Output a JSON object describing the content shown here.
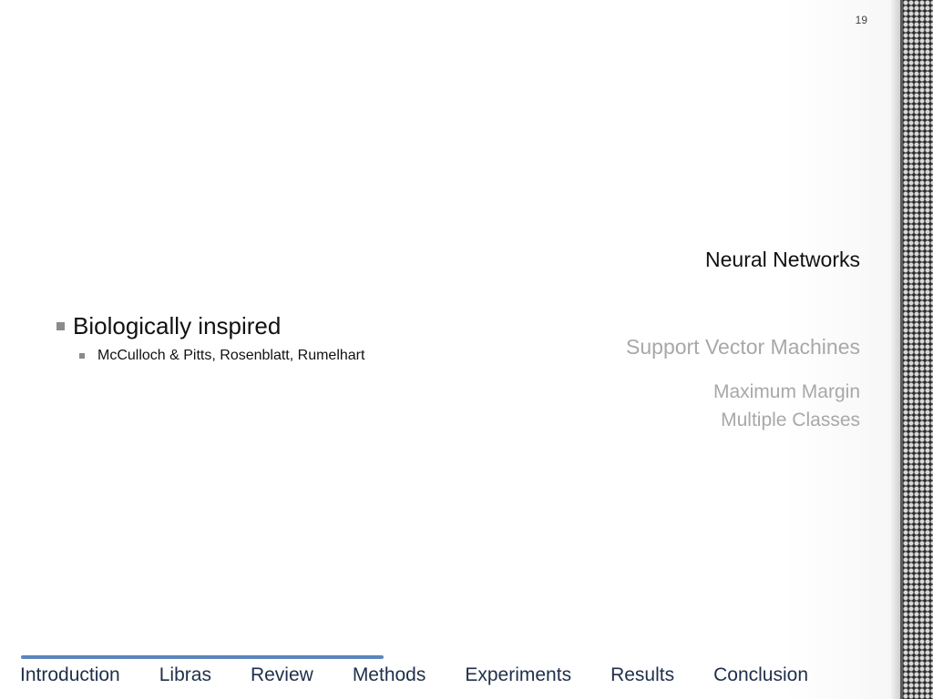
{
  "slide": {
    "page_number": "19",
    "current_section": "Neural Networks",
    "other_section": "Support Vector Machines",
    "subsections": [
      "Maximum Margin",
      "Multiple Classes"
    ],
    "bullet": {
      "main": "Biologically inspired",
      "sub": "McCulloch & Pitts, Rosenblatt, Rumelhart"
    }
  },
  "navigation": {
    "items": [
      "Introduction",
      "Libras",
      "Review",
      "Methods",
      "Experiments",
      "Results",
      "Conclusion"
    ],
    "progress_fraction": 0.4
  },
  "colors": {
    "accent": "#5b86bd",
    "text": "#111111",
    "muted": "#a8a8a8",
    "nav_text": "#1f2f4a"
  }
}
